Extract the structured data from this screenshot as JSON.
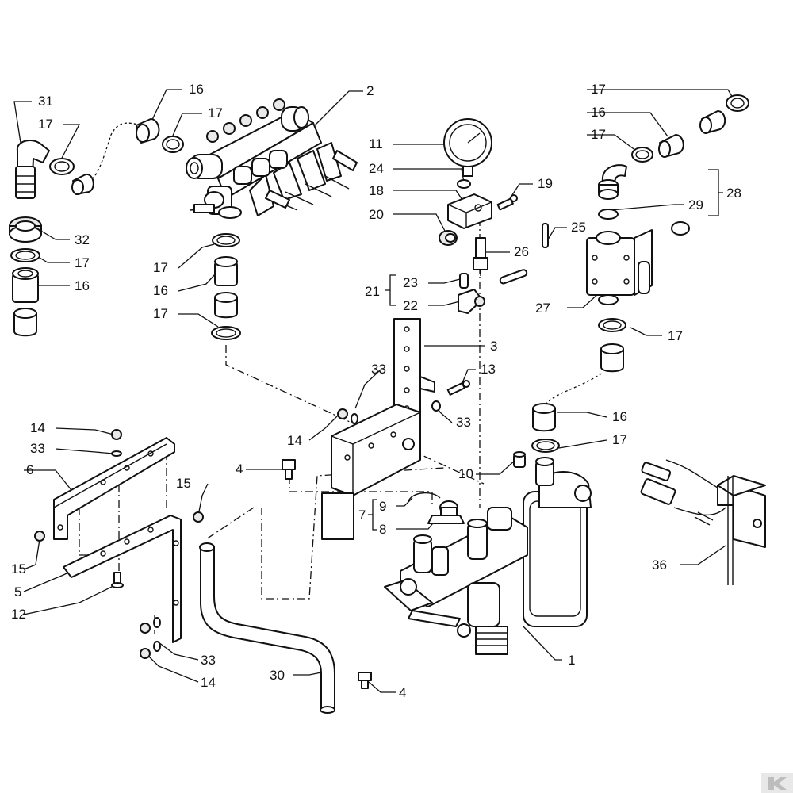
{
  "diagram": {
    "callouts": [
      {
        "id": "c31",
        "text": "31"
      },
      {
        "id": "c17a",
        "text": "17"
      },
      {
        "id": "c16a",
        "text": "16"
      },
      {
        "id": "c17b",
        "text": "17"
      },
      {
        "id": "c2",
        "text": "2"
      },
      {
        "id": "c17c",
        "text": "17"
      },
      {
        "id": "c16b",
        "text": "16"
      },
      {
        "id": "c17d",
        "text": "17"
      },
      {
        "id": "c11",
        "text": "11"
      },
      {
        "id": "c24",
        "text": "24"
      },
      {
        "id": "c18",
        "text": "18"
      },
      {
        "id": "c19",
        "text": "19"
      },
      {
        "id": "c20",
        "text": "20"
      },
      {
        "id": "c25",
        "text": "25"
      },
      {
        "id": "c26",
        "text": "26"
      },
      {
        "id": "c28",
        "text": "28"
      },
      {
        "id": "c29",
        "text": "29"
      },
      {
        "id": "c21",
        "text": "21"
      },
      {
        "id": "c23",
        "text": "23"
      },
      {
        "id": "c22",
        "text": "22"
      },
      {
        "id": "c27",
        "text": "27"
      },
      {
        "id": "c17e",
        "text": "17"
      },
      {
        "id": "c32",
        "text": "32"
      },
      {
        "id": "c17f",
        "text": "17"
      },
      {
        "id": "c16c",
        "text": "16"
      },
      {
        "id": "c17g",
        "text": "17"
      },
      {
        "id": "c16d",
        "text": "16"
      },
      {
        "id": "c17h",
        "text": "17"
      },
      {
        "id": "c3",
        "text": "3"
      },
      {
        "id": "c33a",
        "text": "33"
      },
      {
        "id": "c13",
        "text": "13"
      },
      {
        "id": "c33b",
        "text": "33"
      },
      {
        "id": "c14a",
        "text": "14"
      },
      {
        "id": "c16e",
        "text": "16"
      },
      {
        "id": "c17i",
        "text": "17"
      },
      {
        "id": "c14b",
        "text": "14"
      },
      {
        "id": "c33c",
        "text": "33"
      },
      {
        "id": "c6",
        "text": "6"
      },
      {
        "id": "c4a",
        "text": "4"
      },
      {
        "id": "c10",
        "text": "10"
      },
      {
        "id": "c15a",
        "text": "15"
      },
      {
        "id": "c9",
        "text": "9"
      },
      {
        "id": "c7",
        "text": "7"
      },
      {
        "id": "c8",
        "text": "8"
      },
      {
        "id": "c15b",
        "text": "15"
      },
      {
        "id": "c5",
        "text": "5"
      },
      {
        "id": "c36",
        "text": "36"
      },
      {
        "id": "c12",
        "text": "12"
      },
      {
        "id": "c33d",
        "text": "33"
      },
      {
        "id": "c1",
        "text": "1"
      },
      {
        "id": "c14c",
        "text": "14"
      },
      {
        "id": "c30",
        "text": "30"
      },
      {
        "id": "c4b",
        "text": "4"
      }
    ]
  }
}
